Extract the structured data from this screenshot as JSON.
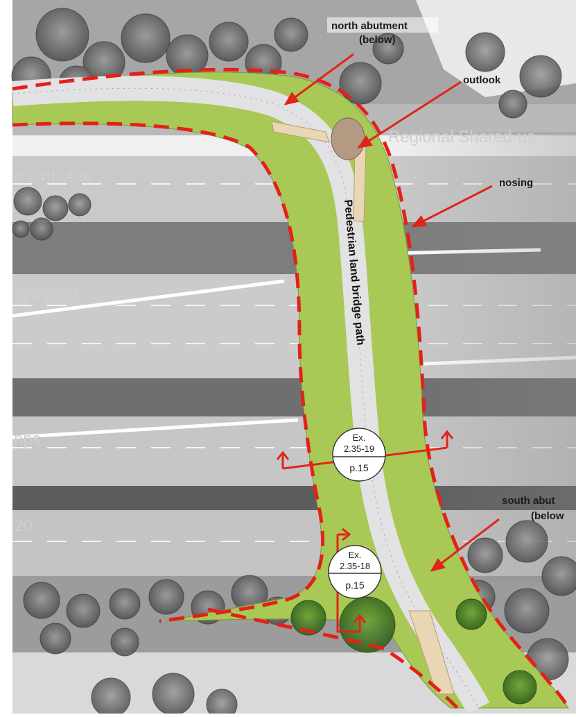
{
  "road_labels": {
    "regional_shared_use": "Regional Shared-us",
    "ave_24th": "o 24th Ave",
    "lake_blvd": "ake Blvd",
    "ramps": "nps",
    "route_20": "20"
  },
  "annotations": {
    "north_abutment_line1": "north abutment",
    "north_abutment_line2": "(below)",
    "outlook": "outlook",
    "nosing": "nosing",
    "south_abutment_line1": "south abut",
    "south_abutment_line2": "(below"
  },
  "path_label": "Pedestrian land bridge path",
  "callouts": [
    {
      "line1": "Ex.",
      "line2": "2.35-19",
      "page": "p.15"
    },
    {
      "line1": "Ex.",
      "line2": "2.35-18",
      "page": "p.15"
    }
  ],
  "colors": {
    "bridge_green": "#a9c956",
    "path_gray": "#e2e2e5",
    "boundary_red": "#e32119",
    "arrow_red": "#e02418",
    "highway_gray": "#c4c4c4",
    "tree_gray": "#6e6e6e"
  }
}
